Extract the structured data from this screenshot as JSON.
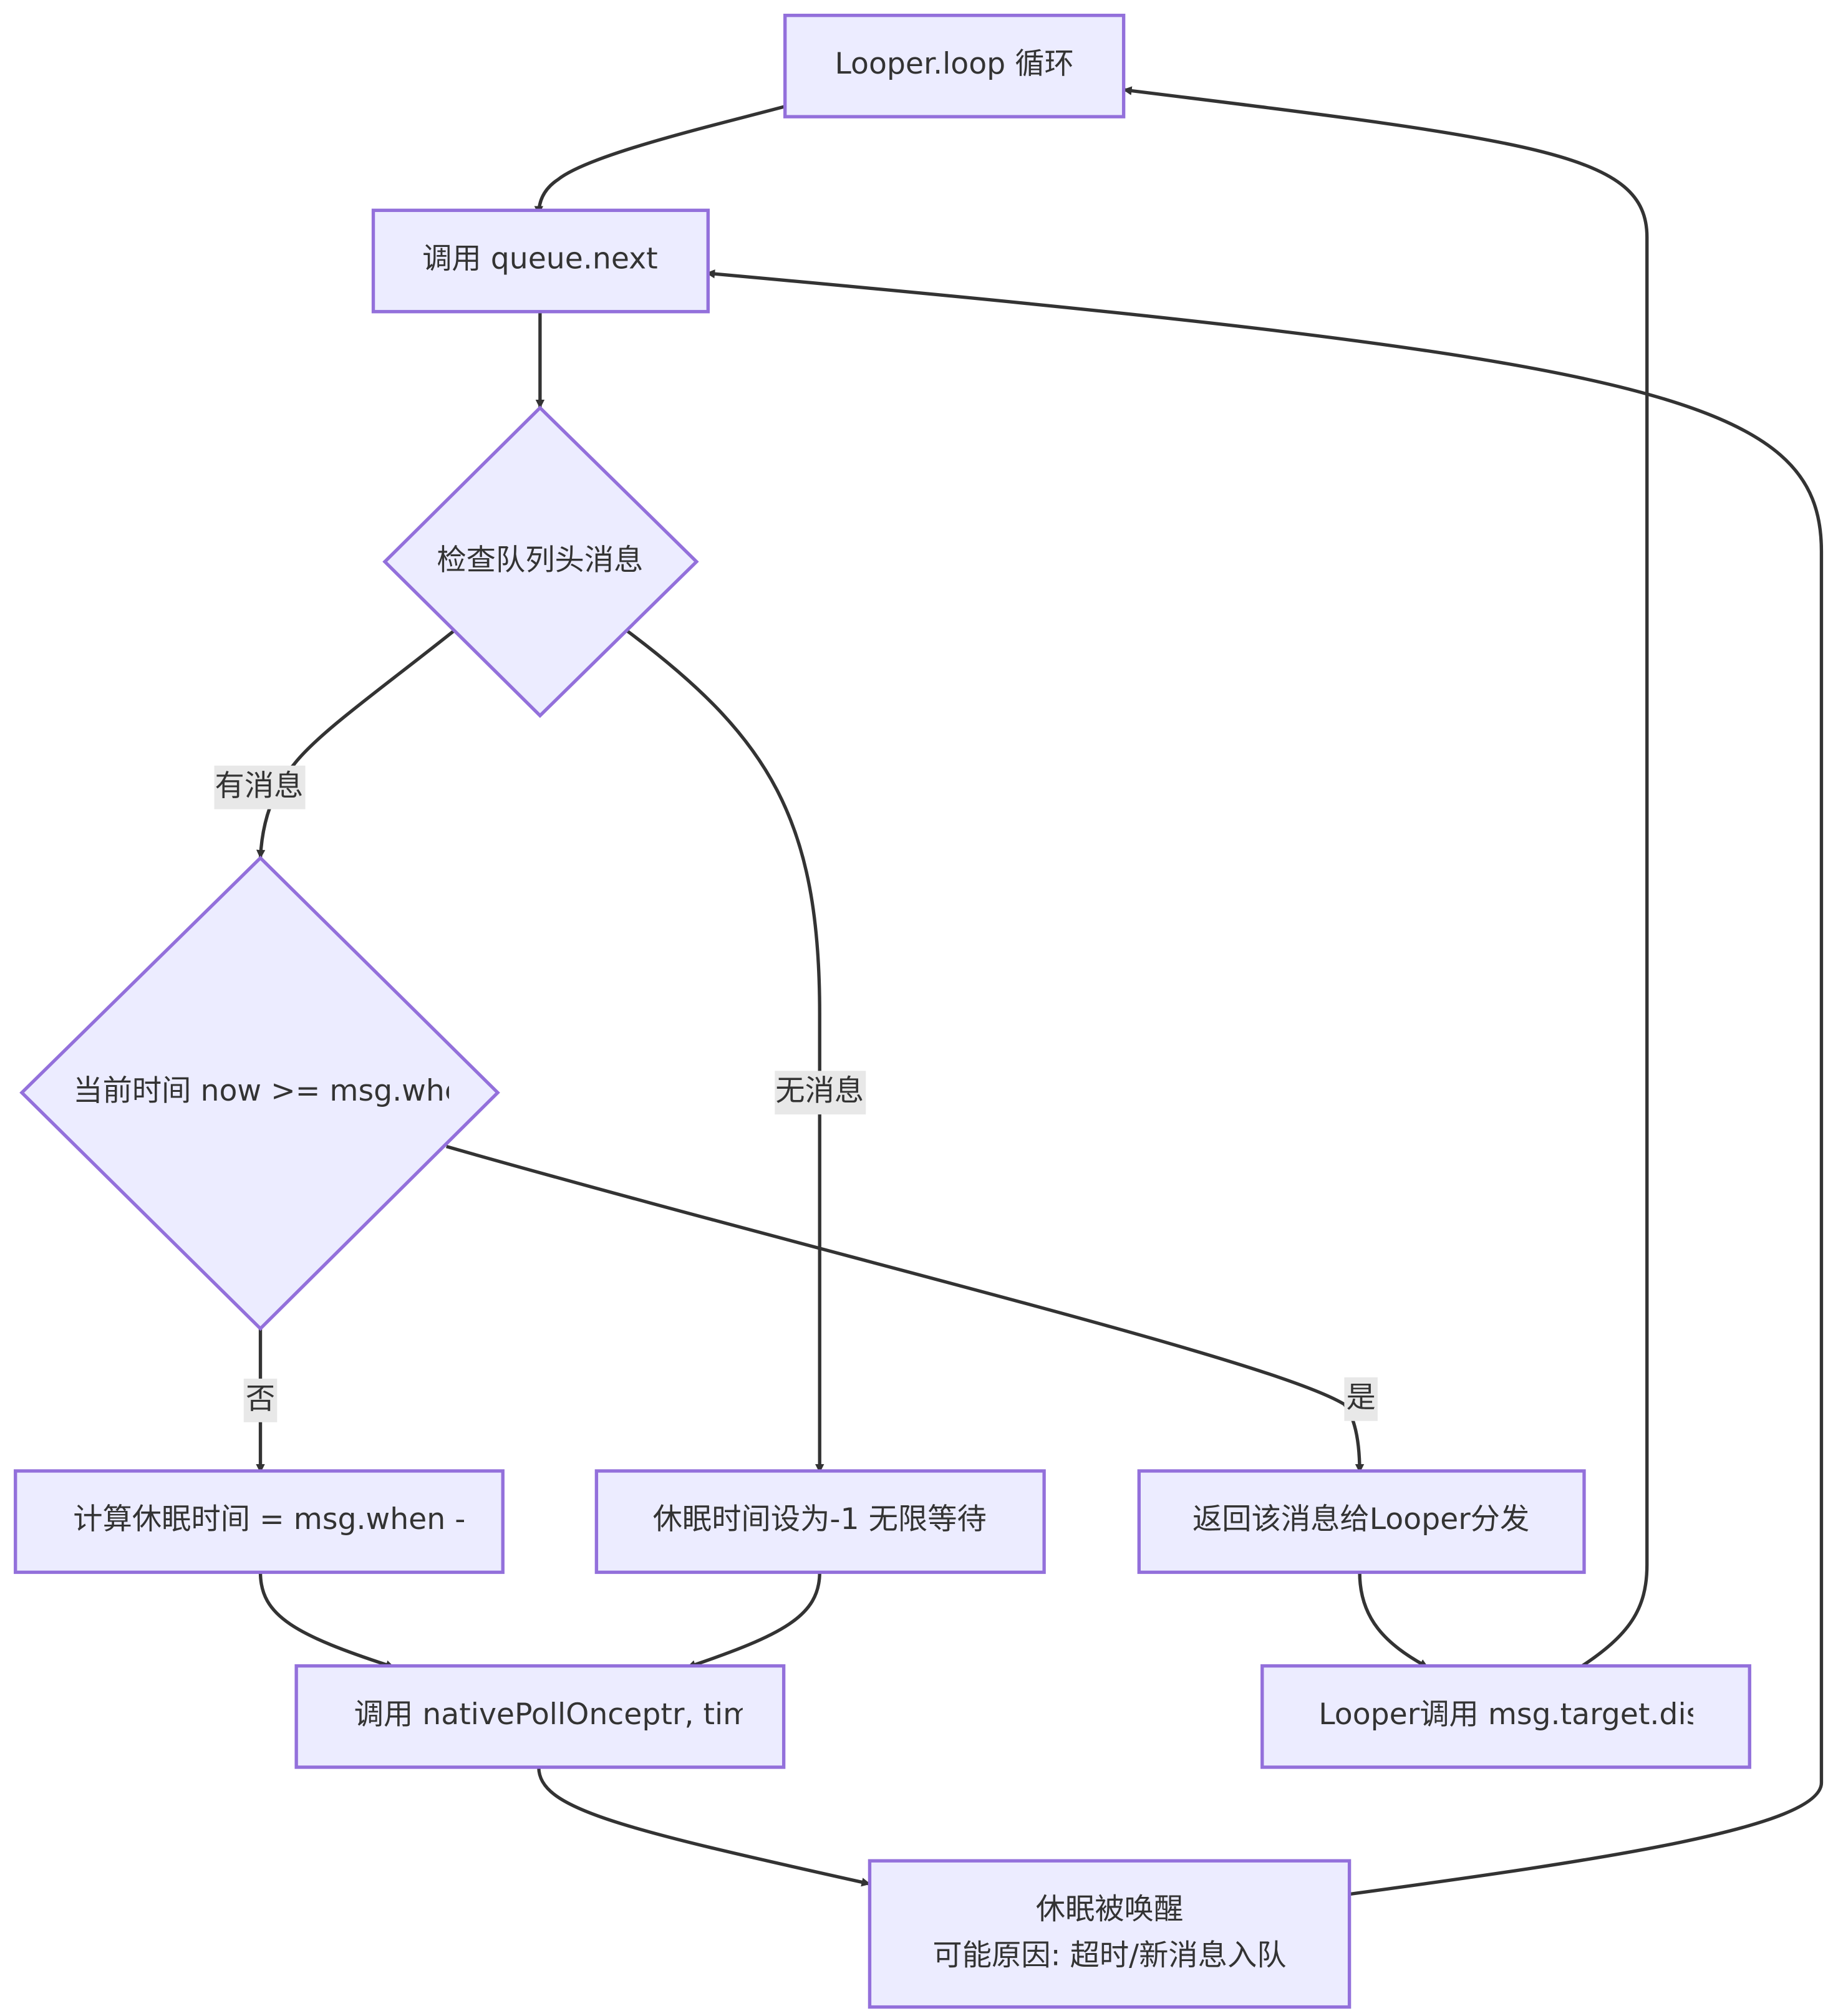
{
  "nodes": {
    "loop": {
      "label": "Looper.loop 循环"
    },
    "call_next": {
      "label": "调用 queue.next"
    },
    "check_head": {
      "label": "检查队列头消息"
    },
    "time_check": {
      "label": "当前时间 now >= msg.when?"
    },
    "calc_sleep": {
      "label": "计算休眠时间 = msg.when -"
    },
    "infinite_wait": {
      "label": "休眠时间设为-1 无限等待"
    },
    "return_msg": {
      "label": "返回该消息给Looper分发"
    },
    "native_poll": {
      "label": "调用 nativePollOnceptr, time"
    },
    "dispatch": {
      "label": "Looper调用 msg.target.disp"
    },
    "wakeup": {
      "line1": "休眠被唤醒",
      "line2": "可能原因: 超时/新消息入队"
    }
  },
  "edges": {
    "has_msg": "有消息",
    "no_msg": "无消息",
    "no": "否",
    "yes": "是"
  },
  "colors": {
    "node_fill": "#ECECFF",
    "node_stroke": "#9370DB",
    "edge": "#333333",
    "label_bg": "#E8E8E8"
  }
}
